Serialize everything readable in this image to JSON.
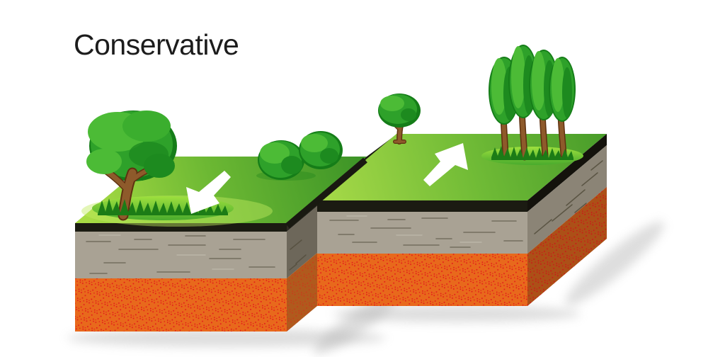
{
  "title": "Conservative",
  "diagram": {
    "subject": "conservative plate boundary block diagram",
    "arrows": {
      "left_plate_direction": "down-left",
      "right_plate_direction": "up-right"
    }
  },
  "colors": {
    "background": "#ffffff",
    "title_text": "#1c1c1c",
    "grass_top_light": "#a8dc44",
    "grass_top_mid": "#6cb833",
    "grass_top_dark": "#3a9226",
    "right_top_light": "#a4d847",
    "right_top_mid": "#70bb36",
    "right_top_dark": "#459a29",
    "soil_black": "#1b1b12",
    "soil_black_side": "#14120c",
    "top_edge_black": "#191911",
    "rock_grey": "#a9a294",
    "rock_grey_streak": "#6b6557",
    "rock_grey_light_streak": "#c8c2b4",
    "rock_grey_side": "#8b8476",
    "rock_grey_side_streak": "#55503f",
    "fault_dark": "#2e2b22",
    "fault_grey": "#6d675a",
    "fault_orange": "#b05a1d",
    "magma_orange": "#e8691c",
    "magma_orange_side": "#c05a1a",
    "magma_dot_red": "#e31b1b",
    "arrow_white": "#ffffff",
    "canopy_main": "#2ea12a",
    "canopy_mid": "#3bae2e",
    "canopy_light": "#4cbb36",
    "canopy_dark": "#1d8a1f",
    "canopy_outline": "#157d18",
    "trunk_brown": "#8e5a2b",
    "trunk_outline": "#5f3110",
    "grass_blades": "#1c7c16",
    "grass_mound_light": "#9ee03e",
    "grass_mound_dark": "#49ab2d",
    "grass_glow": "#c2ec5f",
    "shadow_grey": "#b0b0b0"
  }
}
